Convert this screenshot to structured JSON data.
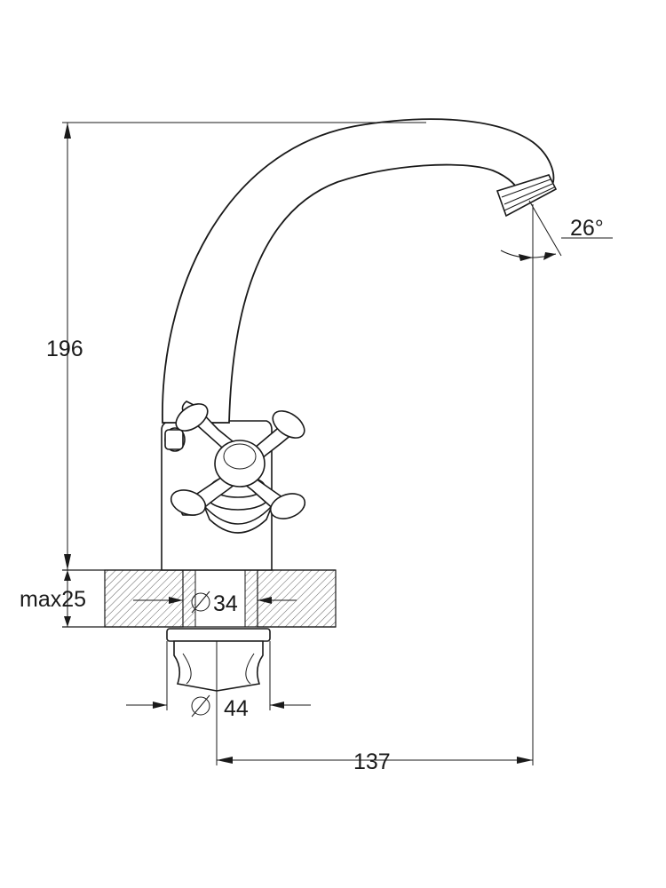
{
  "dimensions": {
    "height": "196",
    "counter_thickness": "max25",
    "hole_diameter": "34",
    "nut_diameter": "44",
    "spout_reach": "137",
    "spout_angle": "26°"
  },
  "symbols": {
    "diameter_icon": "diameter-symbol"
  }
}
